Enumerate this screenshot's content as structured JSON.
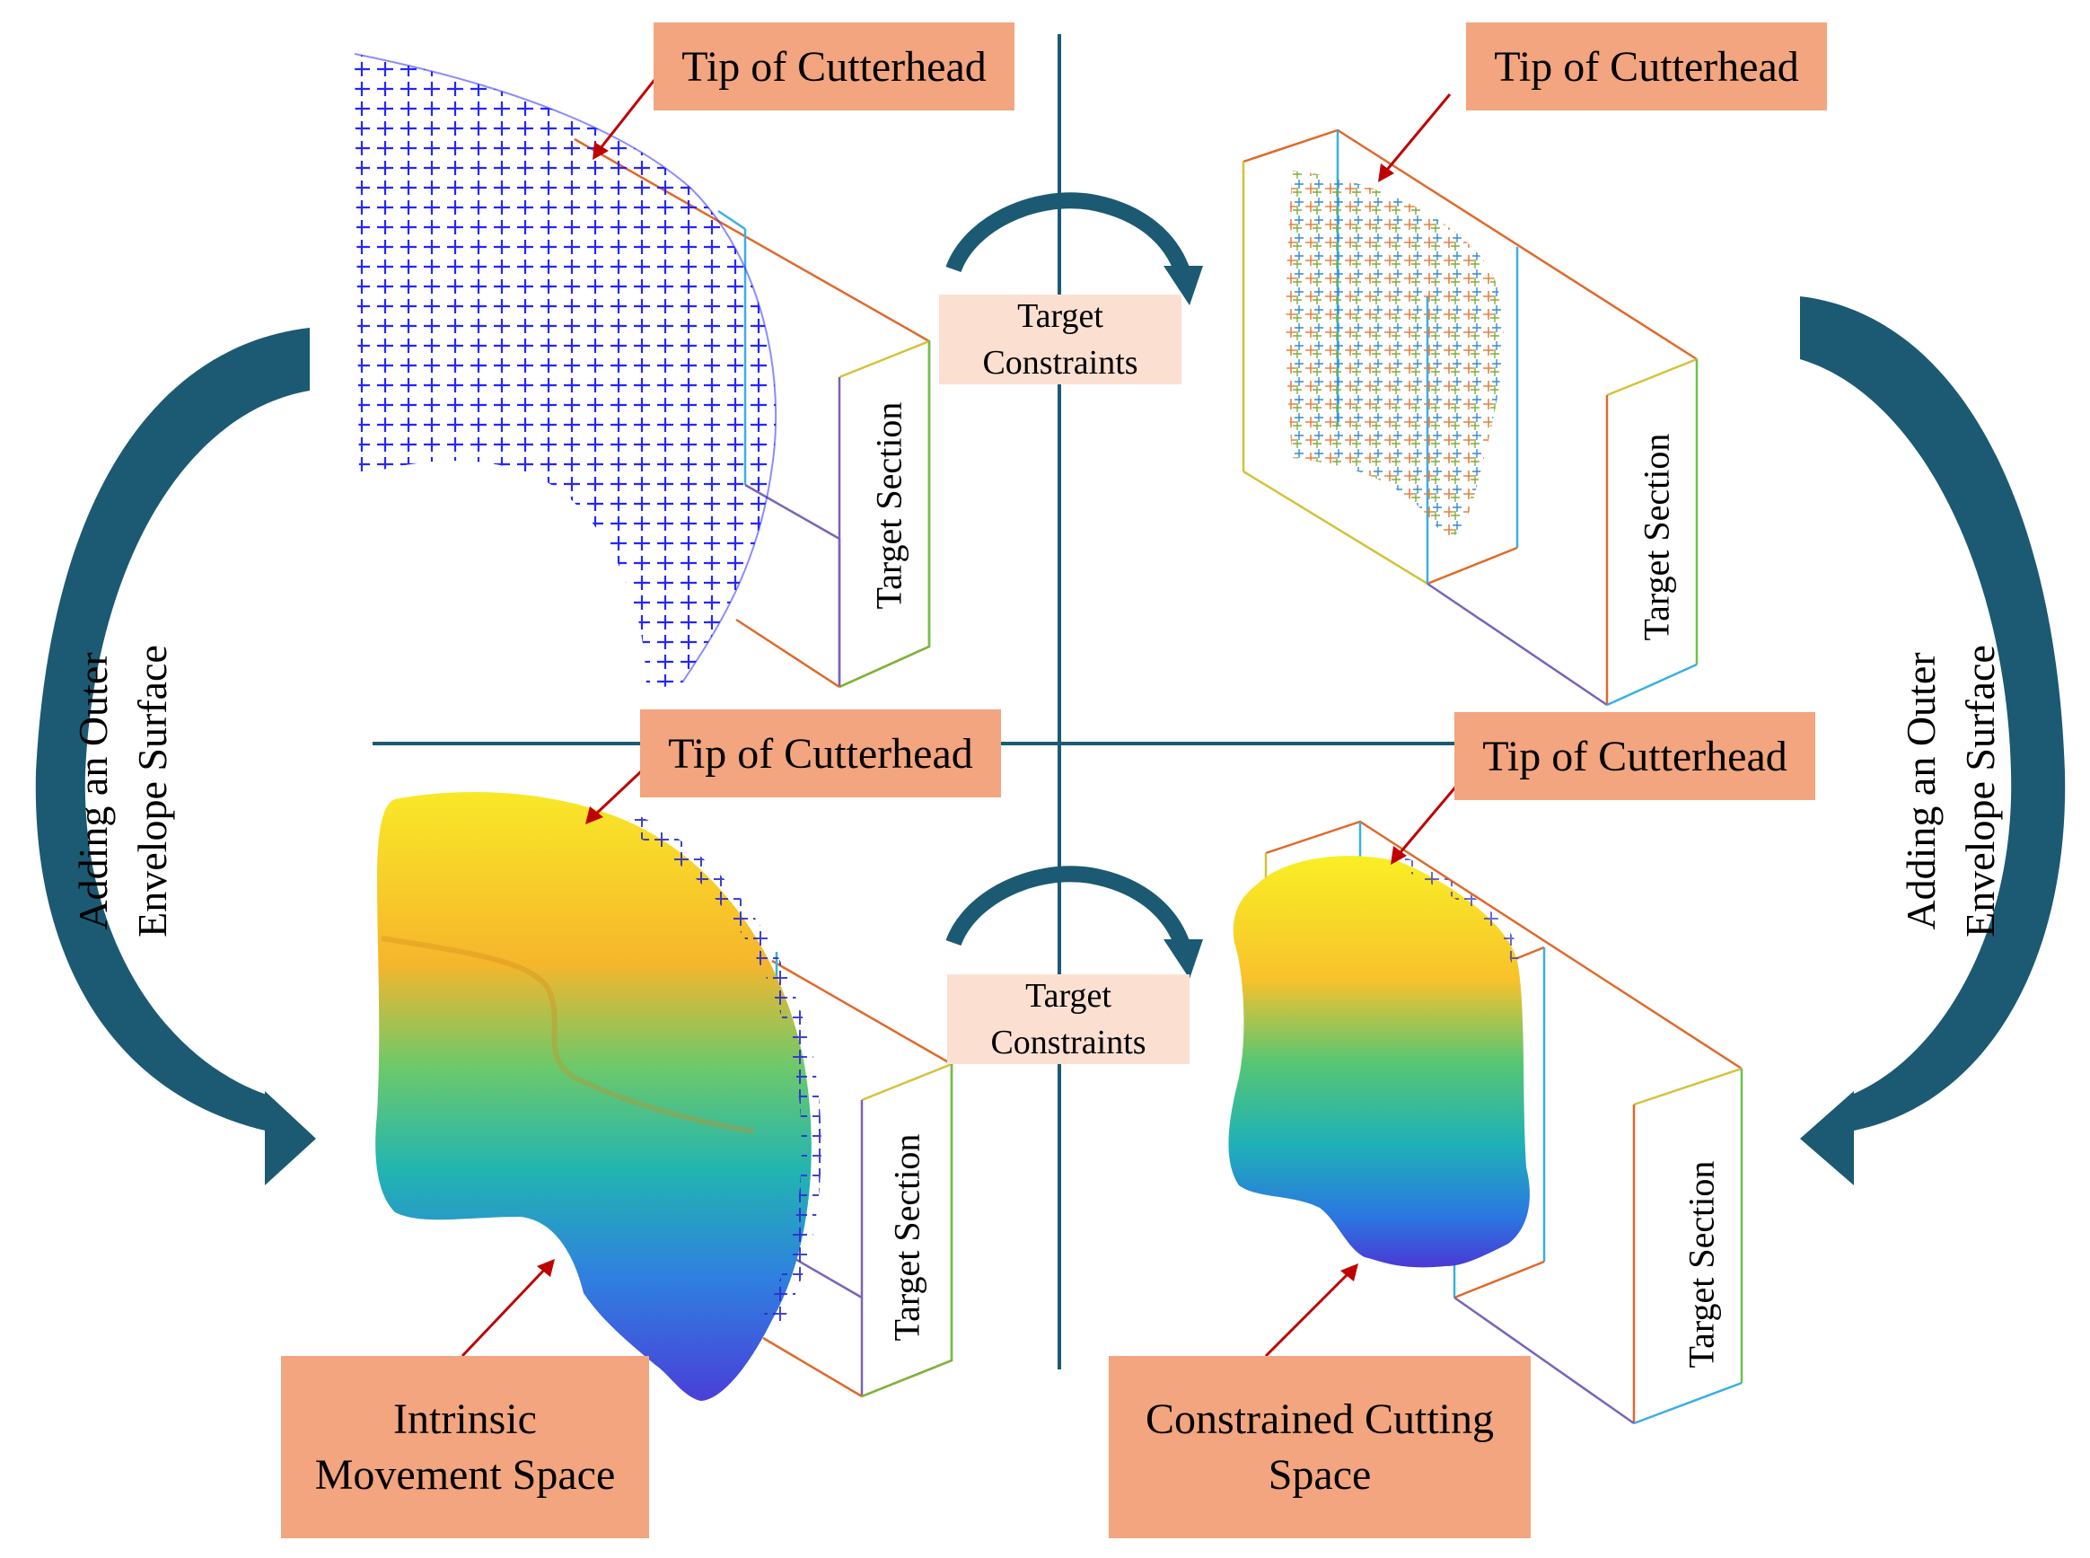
{
  "colors": {
    "callout_box": "#f2a57e",
    "constraint_box": "#fbe0d2",
    "arrow": "#1b5a72",
    "pointer": "#c00000",
    "divider": "#1b5a72",
    "point_marker": "#1a1aff"
  },
  "panels": {
    "top_left": {
      "callout": "Tip of Cutterhead",
      "section_label": "Target Section"
    },
    "top_right": {
      "callout": "Tip of Cutterhead",
      "section_label": "Target Section"
    },
    "bottom_left": {
      "callout": "Tip of Cutterhead",
      "section_label": "Target Section",
      "space_label": [
        "Intrinsic",
        "Movement Space"
      ]
    },
    "bottom_right": {
      "callout": "Tip of Cutterhead",
      "section_label": "Target Section",
      "space_label": [
        "Constrained Cutting",
        "Space"
      ]
    }
  },
  "flow": {
    "top_constraint": [
      "Target",
      "Constraints"
    ],
    "bottom_constraint": [
      "Target",
      "Constraints"
    ],
    "left_side": [
      "Adding an Outer",
      "Envelope Surface"
    ],
    "right_side": [
      "Adding an Outer",
      "Envelope Surface"
    ]
  }
}
